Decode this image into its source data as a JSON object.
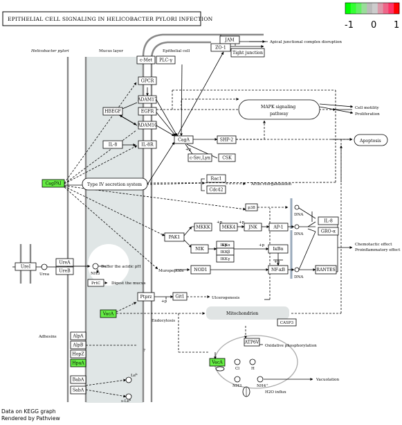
{
  "title": "EPITHELIAL CELL SIGNALING IN HELICOBACTER PYLORI INFECTION",
  "legend": {
    "ticks": [
      "-1",
      "0",
      "1"
    ],
    "colors": [
      "#00ff00",
      "#33ff33",
      "#66ee66",
      "#99dd99",
      "#bbbbbb",
      "#cccccc",
      "#dd99aa",
      "#ee6688",
      "#ff3366",
      "#ff0000"
    ]
  },
  "regions": {
    "bacteria": "Helicobacter pylori",
    "mucus": "Mucus layer",
    "epithelial": "Epithelial cell"
  },
  "nodes": {
    "JAM": "JAM",
    "ZO1": "ZO-1",
    "TJ": "Tight junction",
    "cMet": "c-Met",
    "PLCg": "PLC-γ",
    "GPCR": "GPCR",
    "ADAM17": "ADAM17",
    "HBEGF": "HBEGF",
    "EGFR": "EGFR",
    "ADAM10": "ADAM10",
    "IL8": "IL-8",
    "IL8R": "IL-8R",
    "CagA": "CagA",
    "SHP2": "SHP-2",
    "cSrc": "c-Src,Lyn",
    "CSK": "CSK",
    "MAPK": "MAPK signaling\npathway",
    "Apop": "Apoptosis",
    "CagPAI": "CagPAI",
    "T4SS": "Type IV secretion system",
    "Rac1": "Rac1",
    "Cdc42": "Cdc42",
    "p38": "p38",
    "PAK1": "PAK1",
    "MKKK": "MKKK",
    "MKK4": "MKK4",
    "JNK": "JNK",
    "AP1": "AP-1",
    "IL8n": "IL-8",
    "GROa": "GRO-α",
    "NIK": "NIK",
    "IKKa": "IKKα",
    "IKKb": "IKKβ",
    "IKKg": "IKKγ",
    "IkBa": "IκBα",
    "NFkB": "NF-κB",
    "NOD1": "NOD1",
    "RANTES": "RANTES",
    "UreI": "UreI",
    "UreA": "UreA",
    "UreB": "UreB",
    "PrtC": "PrtC",
    "VacA1": "VacA",
    "Ptprz": "Ptprz",
    "Git1": "Git1",
    "Mito": "Mitochondrion",
    "CASP3": "CASP3",
    "AlpA": "AlpA",
    "AlpB": "AlpB",
    "HopZ": "HopZ",
    "HpaA": "HpaA",
    "BabA": "BabA",
    "SabA": "SabA",
    "ATP6V": "ATP6V",
    "VacA2": "VacA"
  },
  "labels": {
    "ajc": "Apical junctional complex disruption",
    "motility": "Cell motility",
    "prolif": "Proliferation",
    "actin": "Actin reorganization",
    "chemo1": "Chemotactic effect",
    "chemo2": "Proinflammatory effect",
    "urea": "Urea",
    "nh3": "NH3",
    "buffer": "Buffer the acidic pH",
    "digest": "Digest the mucus",
    "ulcer": "Ulcerogenesis",
    "endo": "Endocytosis",
    "adhesins": "Adhesins",
    "oxphos": "Oxidative phosphorylation",
    "vacuol": "Vacuolation",
    "h2o": "H2O influx",
    "muro": "Muropeptide",
    "dna": "DNA",
    "q": "?",
    "plusp": "+p",
    "leb": "Le",
    "leb_sup": "b",
    "sle": "s-Le",
    "sle_sup": "x",
    "cl": "Cl",
    "h": "H",
    "nh4": "NH4",
    "nh4_sup": "+",
    "nh3b": "NH3"
  },
  "footer": {
    "line1": "Data on KEGG graph",
    "line2": "Rendered by Pathview"
  }
}
